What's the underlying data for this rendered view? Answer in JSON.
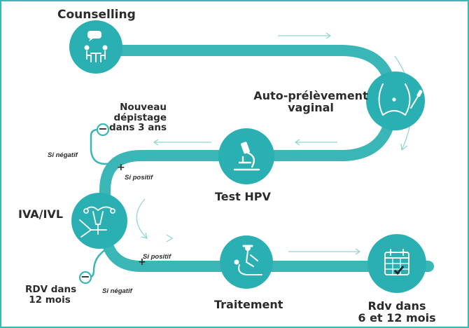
{
  "colors": {
    "path": "#3bb6b6",
    "node": "#2ab0b2",
    "arrow": "#8fd3d3",
    "text": "#2b2b2b",
    "icon": "#ffffff"
  },
  "steps": {
    "counselling": {
      "label": "Counselling",
      "icon": "counselling-icon"
    },
    "self_sampling": {
      "label_line1": "Auto-prélèvement",
      "label_line2": "vaginal",
      "icon": "pelvis-brush-icon"
    },
    "hpv_test": {
      "label": "Test HPV",
      "icon": "microscope-icon"
    },
    "iva_ivl": {
      "label": "IVA/IVL",
      "icon": "uterus-speculum-icon"
    },
    "treatment": {
      "label": "Traitement",
      "icon": "treatment-icon"
    },
    "follow_up": {
      "label_line1": "Rdv dans",
      "label_line2": "6 et 12 mois",
      "icon": "calendar-check-icon"
    }
  },
  "outcomes": {
    "new_screening": {
      "line1": "Nouveau",
      "line2": "dépistage",
      "line3": "dans 3 ans",
      "symbol": "−"
    },
    "rdv_12": {
      "line1": "RDV dans",
      "line2": "12 mois",
      "symbol": "−"
    }
  },
  "branches": {
    "test_negative": "Si négatif",
    "test_positive": "Si positif",
    "iva_positive": "Si positif",
    "iva_negative": "Si négatif",
    "plus": "+"
  }
}
